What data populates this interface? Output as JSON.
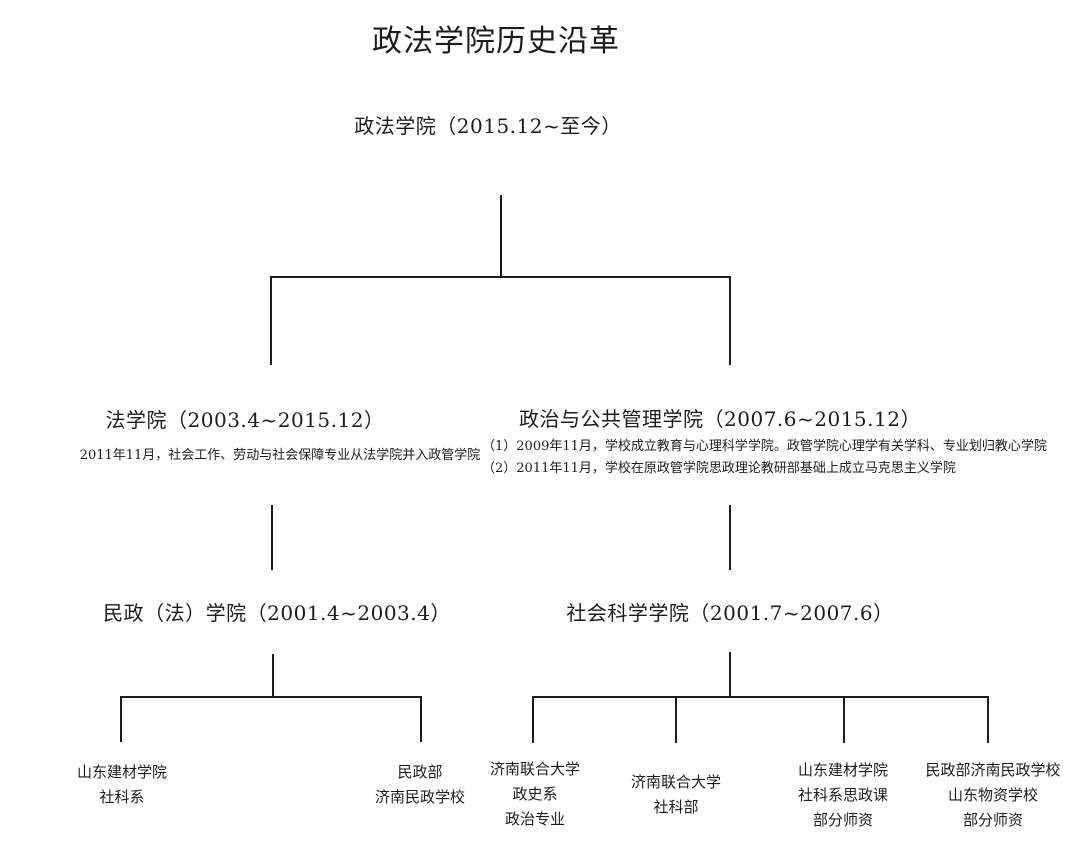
{
  "title": "政法学院历史沿革",
  "colors": {
    "text": "#1c1c1c",
    "line": "#1c1c1c",
    "background": "#ffffff"
  },
  "tree": {
    "root": {
      "label": "政法学院（2015.12~至今）"
    },
    "level2": [
      {
        "label": "法学院（2003.4~2015.12）",
        "notes": [
          "2011年11月，社会工作、劳动与社会保障专业从法学院并入政管学院"
        ]
      },
      {
        "label": "政治与公共管理学院（2007.6~2015.12）",
        "notes": [
          "（1）2009年11月，学校成立教育与心理科学学院。政管学院心理学有关学科、专业划归教心学院",
          "（2）2011年11月，学校在原政管学院思政理论教研部基础上成立马克思主义学院"
        ]
      }
    ],
    "level3": [
      {
        "label": "民政（法）学院（2001.4~2003.4）"
      },
      {
        "label": "社会科学学院（2001.7~2007.6）"
      }
    ],
    "leaves": [
      {
        "lines": [
          "山东建材学院",
          "社科系"
        ]
      },
      {
        "lines": [
          "民政部",
          "济南民政学校"
        ]
      },
      {
        "lines": [
          "济南联合大学",
          "政史系",
          "政治专业"
        ]
      },
      {
        "lines": [
          "济南联合大学",
          "社科部"
        ]
      },
      {
        "lines": [
          "山东建材学院",
          "社科系思政课",
          "部分师资"
        ]
      },
      {
        "lines": [
          "民政部济南民政学校",
          "山东物资学校",
          "部分师资"
        ]
      }
    ]
  }
}
